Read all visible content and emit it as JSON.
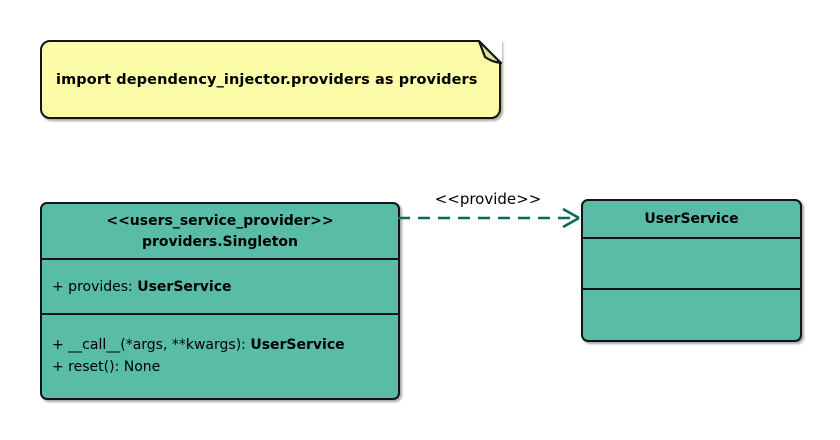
{
  "note": {
    "text": "import dependency_injector.providers as providers"
  },
  "provider_class": {
    "stereotype": "<<users_service_provider>>",
    "name": "providers.Singleton",
    "attributes": [
      {
        "label": "+ provides: ",
        "type": "UserService"
      }
    ],
    "methods": [
      {
        "label": "+ __call__(*args, **kwargs): ",
        "type": "UserService"
      },
      {
        "label": "+ reset(): None",
        "type": ""
      }
    ]
  },
  "service_class": {
    "name": "UserService"
  },
  "edge": {
    "label": "<<provide>>",
    "style": "dashed",
    "from": "providers.Singleton",
    "to": "UserService"
  },
  "colors": {
    "class_fill": "#58BCA7",
    "note_fill": "#FBFBA8",
    "note_fold": "#E2E28E",
    "edge": "#0B6A58",
    "border": "#141414",
    "background": "#FFFFFF"
  }
}
